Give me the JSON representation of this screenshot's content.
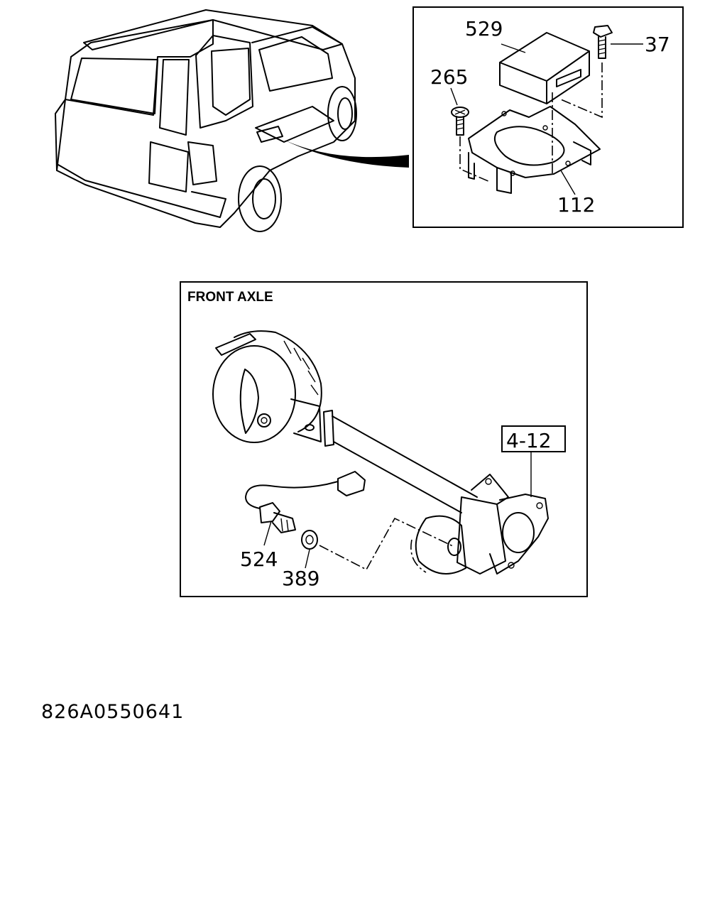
{
  "inset_labels": {
    "control_unit": "529",
    "bolt": "37",
    "screw": "265",
    "bracket": "112"
  },
  "front_axle_panel": {
    "title": "FRONT AXLE",
    "reference_box": "4-12",
    "sensor_switch": "524",
    "washer": "389"
  },
  "drawing_code": "826A0550641"
}
